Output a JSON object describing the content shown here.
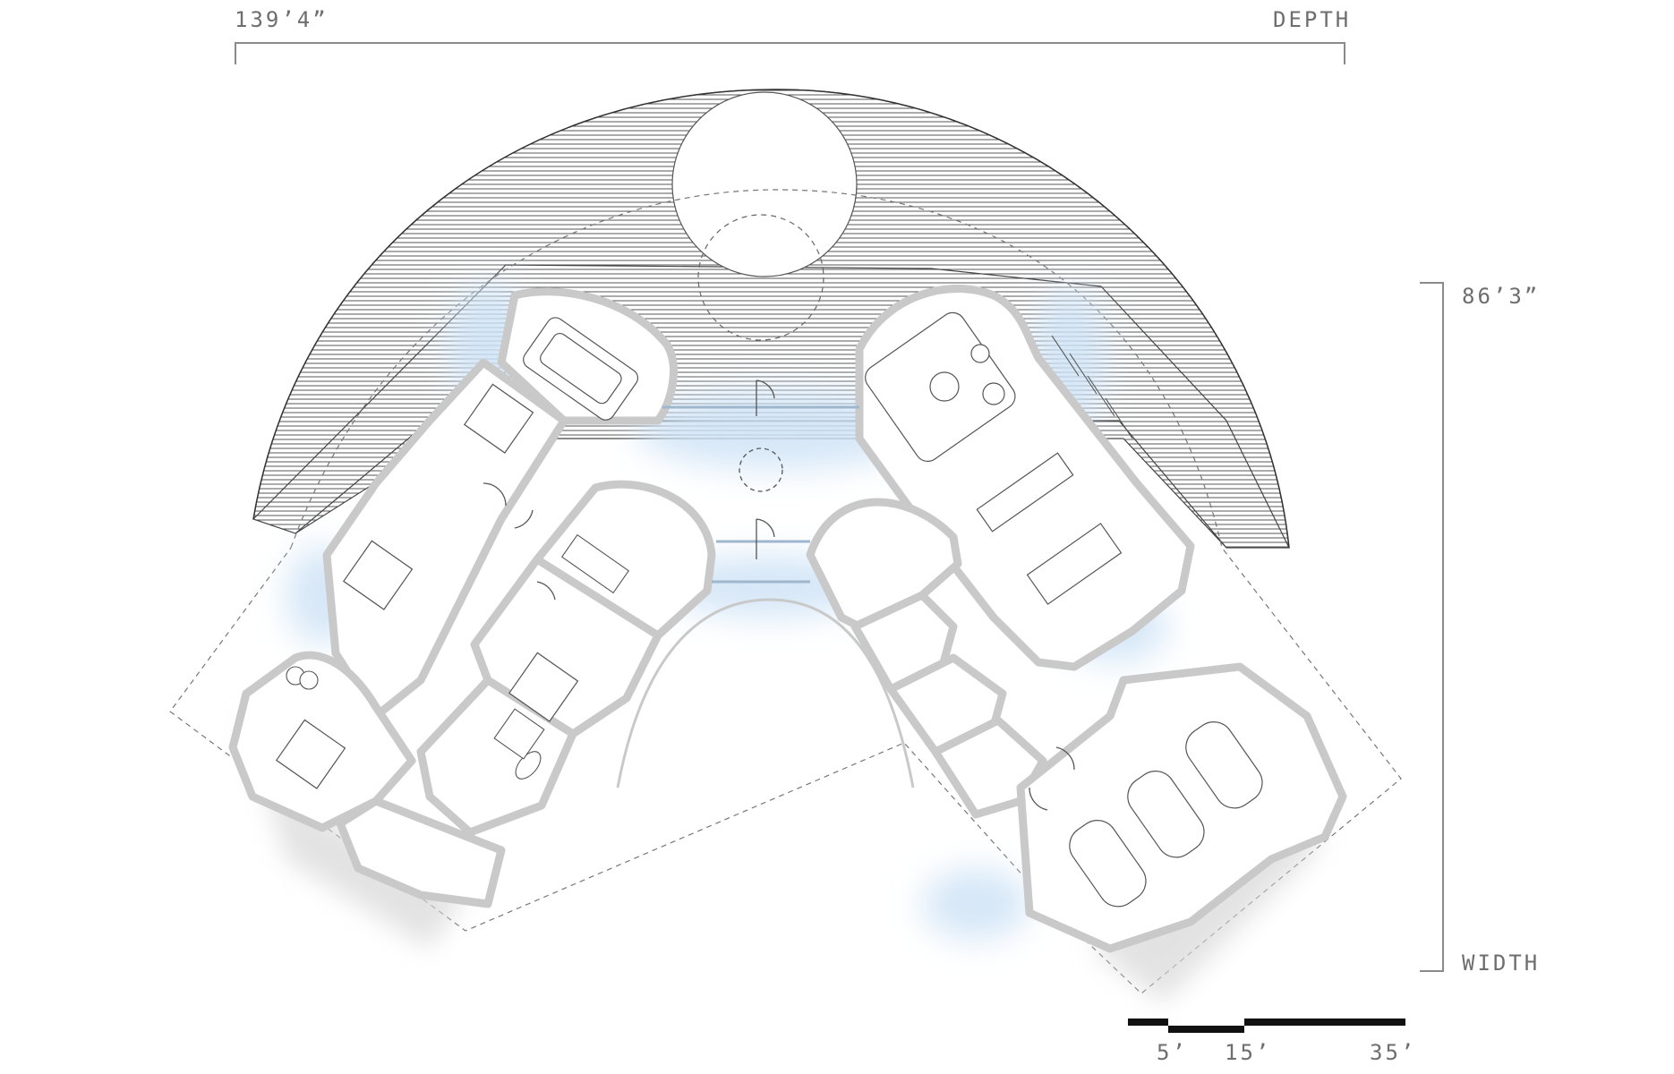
{
  "dimensions": {
    "top_left_label": "139’4”",
    "top_right_label": "DEPTH",
    "right_top_label": "86’3”",
    "right_bottom_label": "WIDTH"
  },
  "scale_bar": {
    "labels": [
      "5’",
      "15’",
      "35’"
    ]
  },
  "colors": {
    "wall": "#c8c8c8",
    "glass_glow": "#d6e8f7",
    "hatch": "#444444",
    "line": "#5a5a5a"
  }
}
